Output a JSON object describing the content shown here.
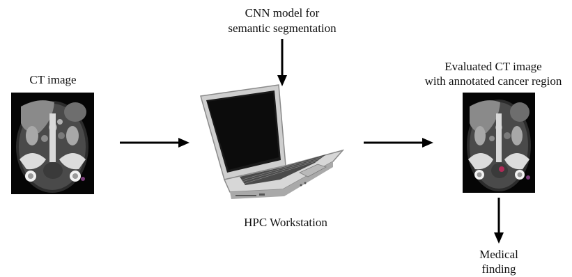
{
  "input": {
    "label": "CT image"
  },
  "model": {
    "line1": "CNN model for",
    "line2": "semantic segmentation"
  },
  "workstation": {
    "label": "HPC Workstation"
  },
  "output": {
    "line1": "Evaluated CT image",
    "line2": "with annotated cancer region"
  },
  "finding": {
    "line1": "Medical",
    "line2": "finding"
  },
  "colors": {
    "arrow": "#000000",
    "annotation": "#b02a57"
  }
}
